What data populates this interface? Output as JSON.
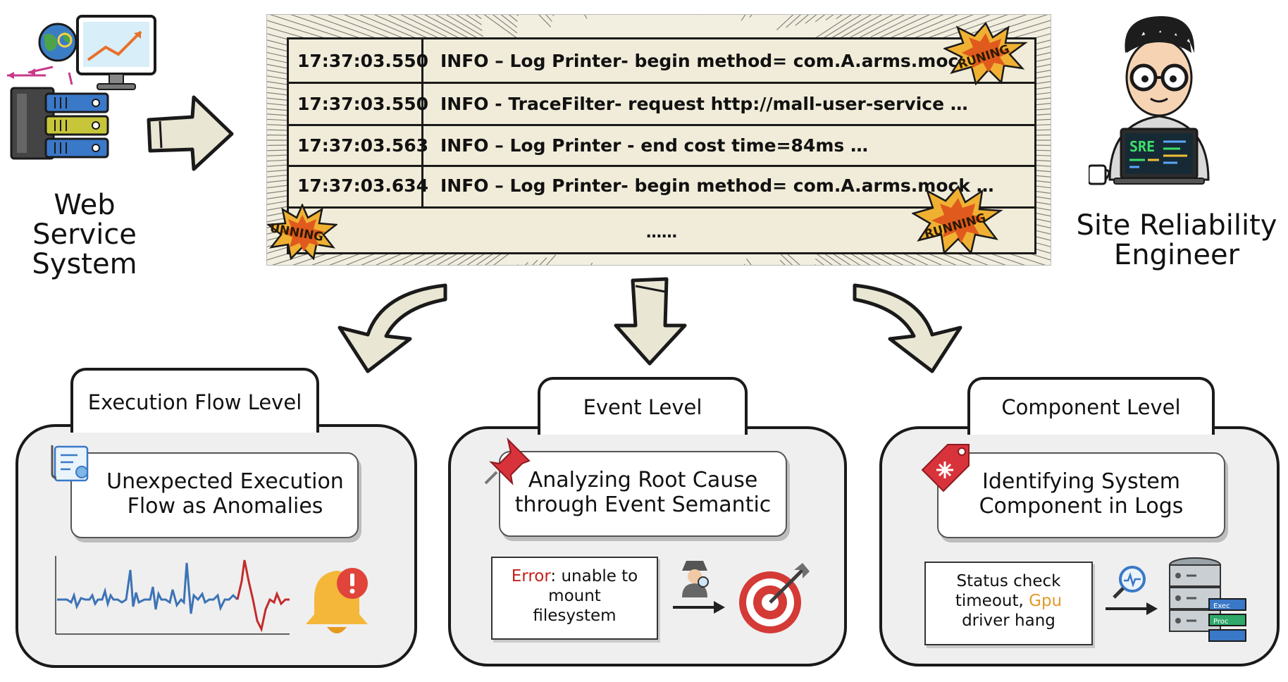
{
  "left_system": {
    "label_line1": "Web Service",
    "label_line2": "System"
  },
  "right_person": {
    "label_line1": "Site Reliability",
    "label_line2": "Engineer",
    "laptop_text": "SRE"
  },
  "log_window": {
    "rows": [
      {
        "time": "17:37:03.550",
        "message": "INFO – Log Printer- begin method= com.A.arms.mock …"
      },
      {
        "time": "17:37:03.550",
        "message": "INFO - TraceFilter- request http://mall-user-service …"
      },
      {
        "time": "17:37:03.563",
        "message": "INFO – Log Printer - end cost time=84ms …"
      },
      {
        "time": "17:37:03.634",
        "message": "INFO – Log Printer- begin method= com.A.arms.mock …"
      }
    ],
    "ellipsis": "……",
    "badges": [
      "RUNING",
      "UNNING",
      "RUNNING"
    ]
  },
  "panels": [
    {
      "tab": "Execution Flow Level",
      "card_line1": "Unexpected Execution",
      "card_line2": "Flow as Anomalies",
      "icons": [
        "certificate-icon",
        "waveform-chart",
        "alert-bell-icon"
      ]
    },
    {
      "tab": "Event Level",
      "card_line1": "Analyzing Root Cause",
      "card_line2": "through Event Semantic",
      "note_error": "Error",
      "note_rest1": ": unable to",
      "note_line2": "mount",
      "note_line3": "filesystem",
      "icons": [
        "pushpin-icon",
        "detective-icon",
        "arrow-icon",
        "target-icon"
      ]
    },
    {
      "tab": "Component Level",
      "card_line1": "Identifying System",
      "card_line2": "Component in Logs",
      "note_line1": "Status check",
      "note_line2a": "timeout, ",
      "note_line2b": "Gpu",
      "note_line3": "driver hang",
      "server_labels": [
        "Exec",
        "Proc"
      ],
      "icons": [
        "tag-icon",
        "magnifier-icon",
        "arrow-icon",
        "server-stack-icon"
      ]
    }
  ],
  "colors": {
    "error_red": "#c6201c",
    "gpu_orange": "#e39a2a",
    "wave_blue": "#3c73b6",
    "wave_red": "#c42b2b",
    "arrow_fill": "#e9e6d3"
  }
}
